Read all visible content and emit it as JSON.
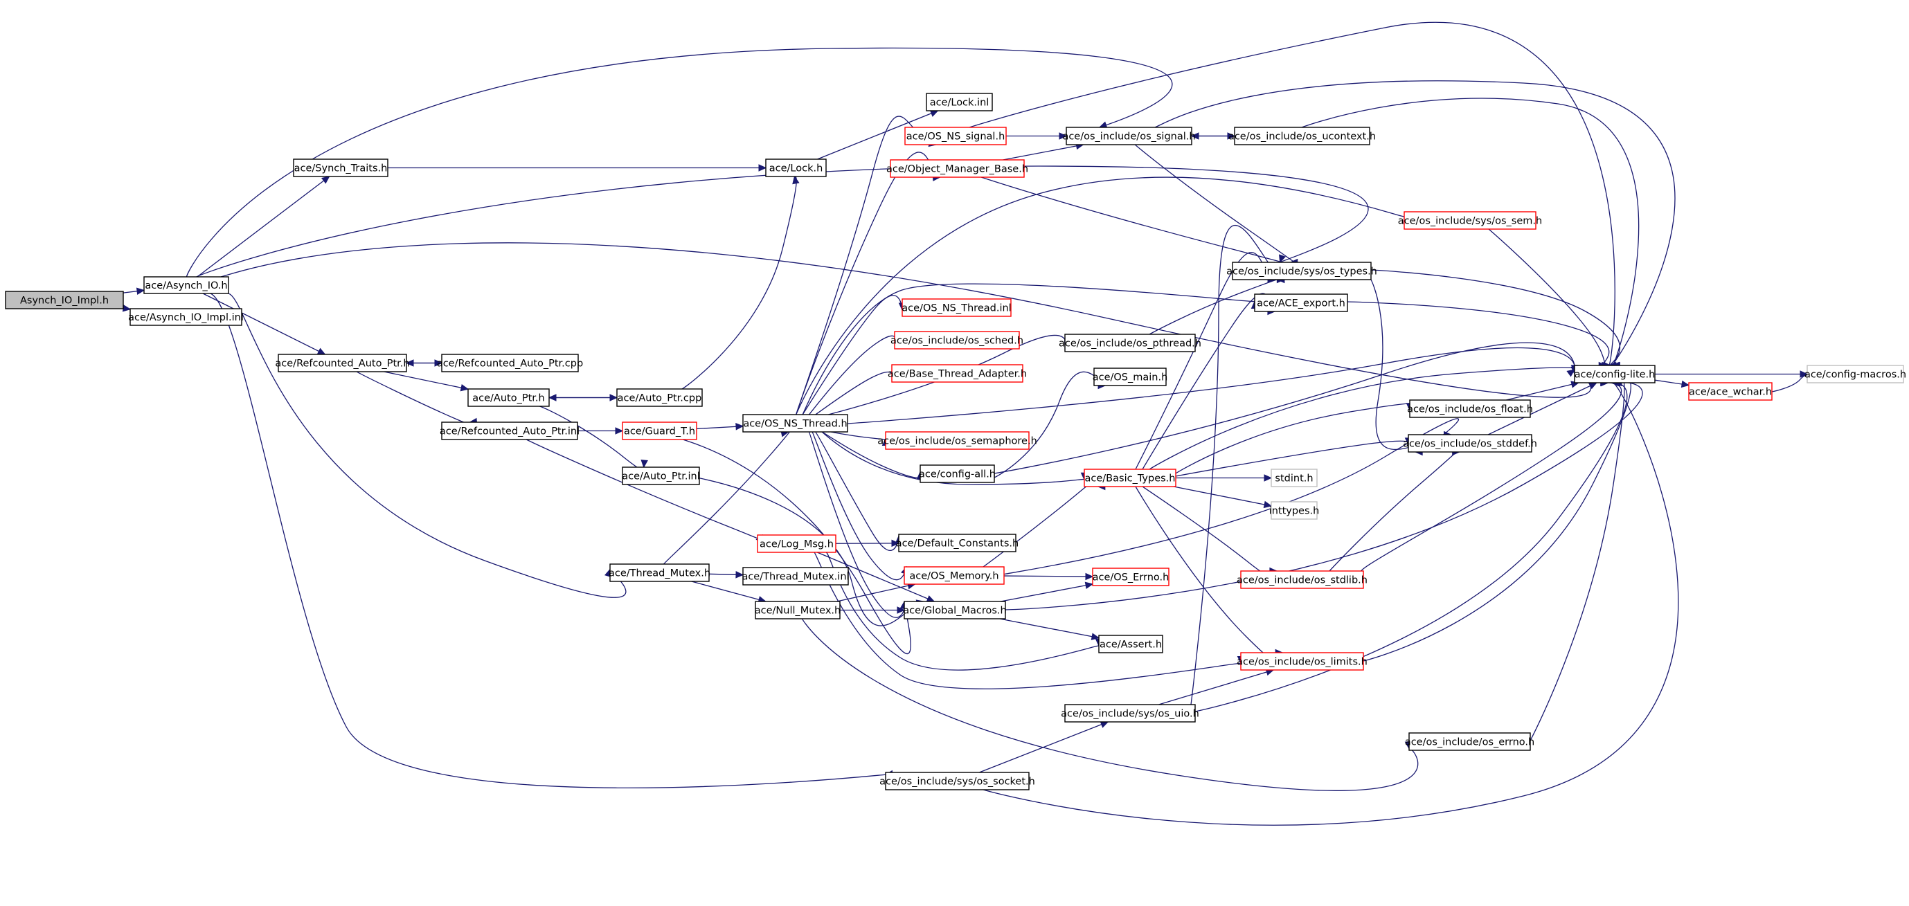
{
  "graph": {
    "root": "Asynch_IO_Impl.h",
    "colors": {
      "root_fill": "#bfbfbf",
      "node_border": "#000000",
      "truncated_border": "#ff0000",
      "external_border": "#bfbfbf",
      "edge": "#191970"
    },
    "nodes": [
      {
        "id": "n0",
        "label": "Asynch_IO_Impl.h",
        "kind": "root"
      },
      {
        "id": "n1",
        "label": "ace/Asynch_IO.h",
        "kind": "normal"
      },
      {
        "id": "n2",
        "label": "ace/Asynch_IO_Impl.inl",
        "kind": "normal"
      },
      {
        "id": "n3",
        "label": "ace/Synch_Traits.h",
        "kind": "normal"
      },
      {
        "id": "n4",
        "label": "ace/Refcounted_Auto_Ptr.h",
        "kind": "normal"
      },
      {
        "id": "n5",
        "label": "ace/Refcounted_Auto_Ptr.cpp",
        "kind": "normal"
      },
      {
        "id": "n6",
        "label": "ace/Auto_Ptr.h",
        "kind": "normal"
      },
      {
        "id": "n7",
        "label": "ace/Auto_Ptr.cpp",
        "kind": "normal"
      },
      {
        "id": "n8",
        "label": "ace/Refcounted_Auto_Ptr.inl",
        "kind": "normal"
      },
      {
        "id": "n9",
        "label": "ace/Guard_T.h",
        "kind": "truncated"
      },
      {
        "id": "n10",
        "label": "ace/Auto_Ptr.inl",
        "kind": "normal"
      },
      {
        "id": "n11",
        "label": "ace/Log_Msg.h",
        "kind": "truncated"
      },
      {
        "id": "n12",
        "label": "ace/Thread_Mutex.h",
        "kind": "normal"
      },
      {
        "id": "n13",
        "label": "ace/Thread_Mutex.inl",
        "kind": "normal"
      },
      {
        "id": "n14",
        "label": "ace/Null_Mutex.h",
        "kind": "normal"
      },
      {
        "id": "n15",
        "label": "ace/Lock.h",
        "kind": "normal"
      },
      {
        "id": "n16",
        "label": "ace/Lock.inl",
        "kind": "normal"
      },
      {
        "id": "n17",
        "label": "ace/OS_NS_signal.h",
        "kind": "truncated"
      },
      {
        "id": "n18",
        "label": "ace/Object_Manager_Base.h",
        "kind": "truncated"
      },
      {
        "id": "n19",
        "label": "ace/OS_NS_Thread.inl",
        "kind": "truncated"
      },
      {
        "id": "n20",
        "label": "ace/os_include/os_sched.h",
        "kind": "truncated"
      },
      {
        "id": "n21",
        "label": "ace/Base_Thread_Adapter.h",
        "kind": "truncated"
      },
      {
        "id": "n22",
        "label": "ace/OS_NS_Thread.h",
        "kind": "normal"
      },
      {
        "id": "n23",
        "label": "ace/os_include/os_semaphore.h",
        "kind": "truncated"
      },
      {
        "id": "n24",
        "label": "ace/config-all.h",
        "kind": "normal"
      },
      {
        "id": "n25",
        "label": "ace/Default_Constants.h",
        "kind": "normal"
      },
      {
        "id": "n26",
        "label": "ace/OS_Memory.h",
        "kind": "truncated"
      },
      {
        "id": "n27",
        "label": "ace/Global_Macros.h",
        "kind": "normal"
      },
      {
        "id": "n28",
        "label": "ace/os_include/sys/os_socket.h",
        "kind": "normal"
      },
      {
        "id": "n29",
        "label": "ace/os_include/os_signal.h",
        "kind": "normal"
      },
      {
        "id": "n30",
        "label": "ace/os_include/os_ucontext.h",
        "kind": "normal"
      },
      {
        "id": "n31",
        "label": "ace/os_include/os_pthread.h",
        "kind": "normal"
      },
      {
        "id": "n32",
        "label": "ace/OS_main.h",
        "kind": "normal"
      },
      {
        "id": "n33",
        "label": "ace/Basic_Types.h",
        "kind": "truncated"
      },
      {
        "id": "n34",
        "label": "ace/OS_Errno.h",
        "kind": "truncated"
      },
      {
        "id": "n35",
        "label": "ace/Assert.h",
        "kind": "normal"
      },
      {
        "id": "n36",
        "label": "ace/os_include/sys/os_uio.h",
        "kind": "normal"
      },
      {
        "id": "n37",
        "label": "ace/os_include/os_limits.h",
        "kind": "truncated"
      },
      {
        "id": "n38",
        "label": "ace/os_include/os_stdlib.h",
        "kind": "truncated"
      },
      {
        "id": "n39",
        "label": "ace/os_include/sys/os_types.h",
        "kind": "normal"
      },
      {
        "id": "n40",
        "label": "ace/ACE_export.h",
        "kind": "normal"
      },
      {
        "id": "n41",
        "label": "ace/os_include/sys/os_sem.h",
        "kind": "truncated"
      },
      {
        "id": "n42",
        "label": "stdint.h",
        "kind": "external"
      },
      {
        "id": "n43",
        "label": "inttypes.h",
        "kind": "external"
      },
      {
        "id": "n44",
        "label": "ace/os_include/os_float.h",
        "kind": "normal"
      },
      {
        "id": "n45",
        "label": "ace/os_include/os_stddef.h",
        "kind": "normal"
      },
      {
        "id": "n46",
        "label": "ace/os_include/os_errno.h",
        "kind": "normal"
      },
      {
        "id": "n47",
        "label": "ace/config-lite.h",
        "kind": "normal"
      },
      {
        "id": "n48",
        "label": "ace/ace_wchar.h",
        "kind": "truncated"
      },
      {
        "id": "n49",
        "label": "ace/config-macros.h",
        "kind": "external"
      }
    ],
    "edges": [
      {
        "from": "n0",
        "to": "n1"
      },
      {
        "from": "n0",
        "to": "n2"
      },
      {
        "from": "n1",
        "to": "n3"
      },
      {
        "from": "n1",
        "to": "n4"
      },
      {
        "from": "n1",
        "to": "n29"
      },
      {
        "from": "n1",
        "to": "n39"
      },
      {
        "from": "n1",
        "to": "n12"
      },
      {
        "from": "n1",
        "to": "n28"
      },
      {
        "from": "n1",
        "to": "n47"
      },
      {
        "from": "n3",
        "to": "n15"
      },
      {
        "from": "n4",
        "to": "n5"
      },
      {
        "from": "n5",
        "to": "n4"
      },
      {
        "from": "n4",
        "to": "n6"
      },
      {
        "from": "n4",
        "to": "n8"
      },
      {
        "from": "n6",
        "to": "n7"
      },
      {
        "from": "n7",
        "to": "n6"
      },
      {
        "from": "n6",
        "to": "n10"
      },
      {
        "from": "n8",
        "to": "n9"
      },
      {
        "from": "n8",
        "to": "n11"
      },
      {
        "from": "n7",
        "to": "n15"
      },
      {
        "from": "n9",
        "to": "n22"
      },
      {
        "from": "n9",
        "to": "n27"
      },
      {
        "from": "n10",
        "to": "n27"
      },
      {
        "from": "n12",
        "to": "n13"
      },
      {
        "from": "n12",
        "to": "n14"
      },
      {
        "from": "n12",
        "to": "n22"
      },
      {
        "from": "n14",
        "to": "n26"
      },
      {
        "from": "n14",
        "to": "n27"
      },
      {
        "from": "n14",
        "to": "n46"
      },
      {
        "from": "n15",
        "to": "n16"
      },
      {
        "from": "n22",
        "to": "n17"
      },
      {
        "from": "n22",
        "to": "n18"
      },
      {
        "from": "n22",
        "to": "n19"
      },
      {
        "from": "n22",
        "to": "n20"
      },
      {
        "from": "n22",
        "to": "n21"
      },
      {
        "from": "n22",
        "to": "n23"
      },
      {
        "from": "n22",
        "to": "n24"
      },
      {
        "from": "n22",
        "to": "n25"
      },
      {
        "from": "n22",
        "to": "n26"
      },
      {
        "from": "n22",
        "to": "n27"
      },
      {
        "from": "n22",
        "to": "n31"
      },
      {
        "from": "n22",
        "to": "n33"
      },
      {
        "from": "n22",
        "to": "n40"
      },
      {
        "from": "n22",
        "to": "n41"
      },
      {
        "from": "n22",
        "to": "n47"
      },
      {
        "from": "n17",
        "to": "n29"
      },
      {
        "from": "n18",
        "to": "n29"
      },
      {
        "from": "n18",
        "to": "n39"
      },
      {
        "from": "n29",
        "to": "n30"
      },
      {
        "from": "n30",
        "to": "n29"
      },
      {
        "from": "n29",
        "to": "n39"
      },
      {
        "from": "n29",
        "to": "n47"
      },
      {
        "from": "n30",
        "to": "n47"
      },
      {
        "from": "n17",
        "to": "n47"
      },
      {
        "from": "n31",
        "to": "n39"
      },
      {
        "from": "n24",
        "to": "n32"
      },
      {
        "from": "n24",
        "to": "n47"
      },
      {
        "from": "n11",
        "to": "n25"
      },
      {
        "from": "n11",
        "to": "n27"
      },
      {
        "from": "n11",
        "to": "n37"
      },
      {
        "from": "n11",
        "to": "n35"
      },
      {
        "from": "n26",
        "to": "n33"
      },
      {
        "from": "n26",
        "to": "n34"
      },
      {
        "from": "n26",
        "to": "n45"
      },
      {
        "from": "n27",
        "to": "n34"
      },
      {
        "from": "n27",
        "to": "n35"
      },
      {
        "from": "n27",
        "to": "n47"
      },
      {
        "from": "n33",
        "to": "n42"
      },
      {
        "from": "n33",
        "to": "n43"
      },
      {
        "from": "n33",
        "to": "n38"
      },
      {
        "from": "n33",
        "to": "n37"
      },
      {
        "from": "n33",
        "to": "n44"
      },
      {
        "from": "n33",
        "to": "n45"
      },
      {
        "from": "n33",
        "to": "n39"
      },
      {
        "from": "n33",
        "to": "n40"
      },
      {
        "from": "n33",
        "to": "n47"
      },
      {
        "from": "n28",
        "to": "n36"
      },
      {
        "from": "n28",
        "to": "n47"
      },
      {
        "from": "n36",
        "to": "n37"
      },
      {
        "from": "n36",
        "to": "n39"
      },
      {
        "from": "n36",
        "to": "n47"
      },
      {
        "from": "n38",
        "to": "n45"
      },
      {
        "from": "n38",
        "to": "n47"
      },
      {
        "from": "n37",
        "to": "n47"
      },
      {
        "from": "n39",
        "to": "n45"
      },
      {
        "from": "n39",
        "to": "n47"
      },
      {
        "from": "n40",
        "to": "n47"
      },
      {
        "from": "n41",
        "to": "n47"
      },
      {
        "from": "n44",
        "to": "n47"
      },
      {
        "from": "n45",
        "to": "n47"
      },
      {
        "from": "n46",
        "to": "n47"
      },
      {
        "from": "n47",
        "to": "n48"
      },
      {
        "from": "n47",
        "to": "n49"
      },
      {
        "from": "n48",
        "to": "n49"
      }
    ]
  }
}
